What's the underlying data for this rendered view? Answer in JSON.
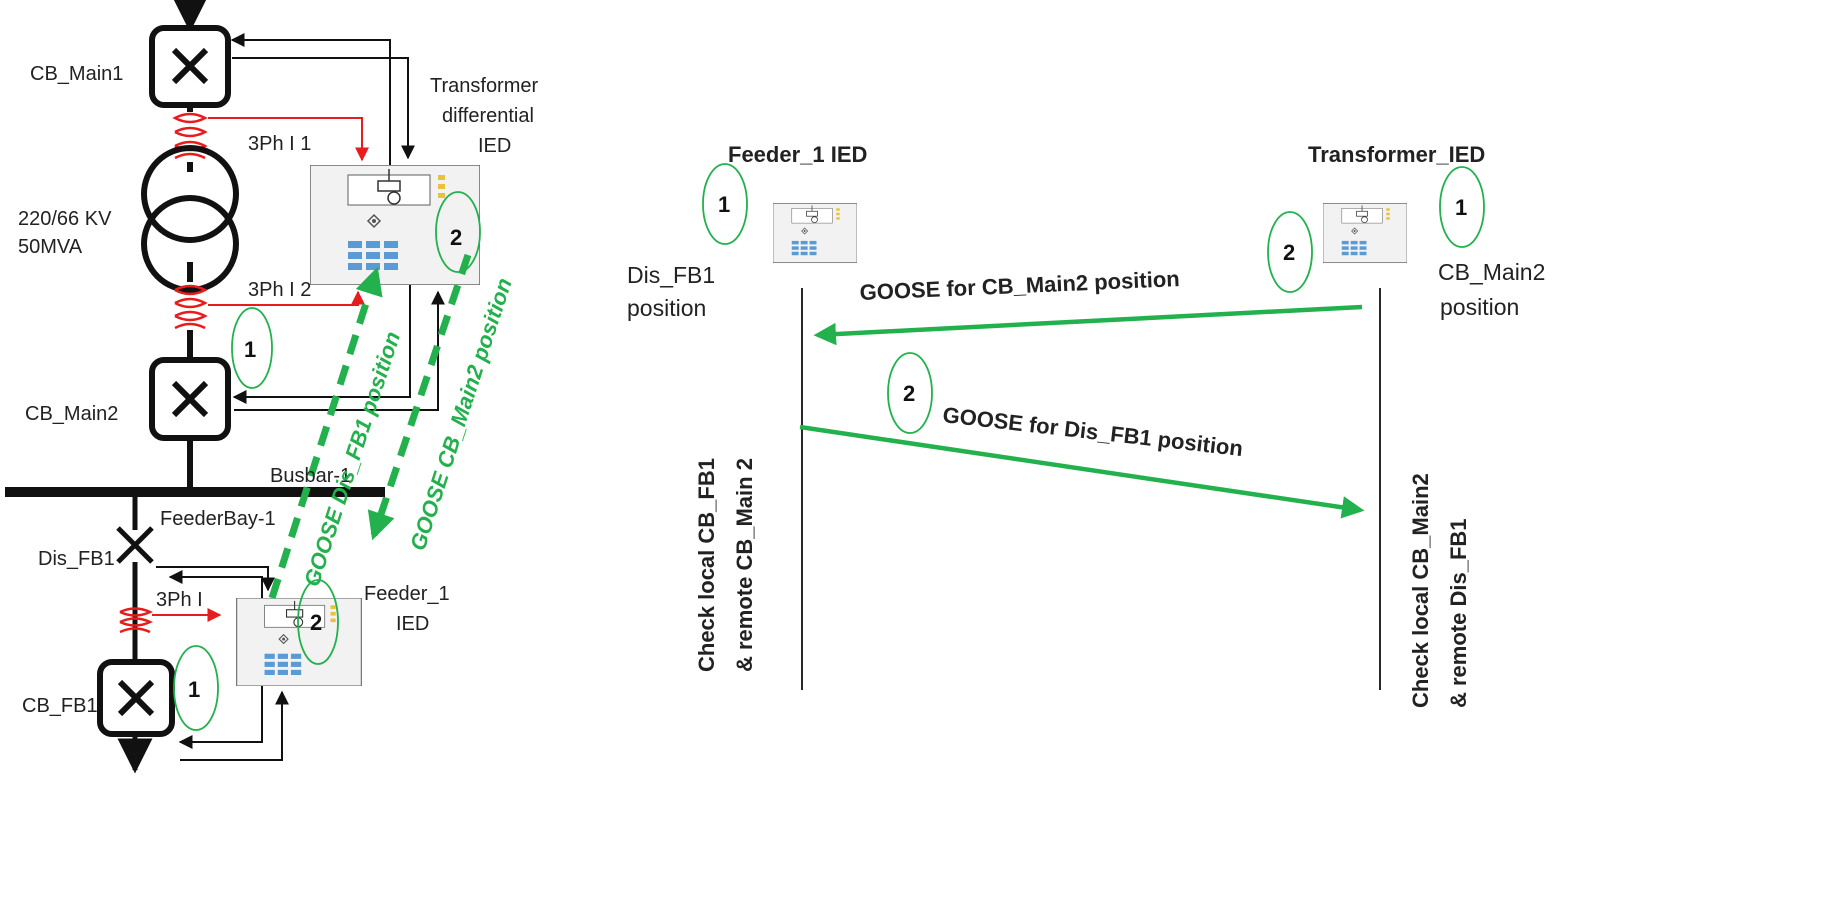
{
  "left_diagram": {
    "cb_main1": "CB_Main1",
    "transformer_ied": [
      "Transformer",
      "differential",
      "IED"
    ],
    "current_1": "3Ph I 1",
    "current_2": "3Ph I 2",
    "transformer_rating": [
      "220/66 KV",
      "50MVA"
    ],
    "cb_main2": "CB_Main2",
    "busbar": "Busbar-1",
    "feeder_bay": "FeederBay-1",
    "dis_fb1": "Dis_FB1",
    "current_3": "3Ph I",
    "feeder_ied": [
      "Feeder_1",
      "IED"
    ],
    "cb_fb1": "CB_FB1",
    "goose_dis": "GOOSE Dis_FB1 position",
    "goose_cb": "GOOSE CB_Main2  position",
    "step_1": "1",
    "step_2": "2"
  },
  "right_diagram": {
    "feeder_ied_title": "Feeder_1 IED",
    "transformer_ied_title": "Transformer_IED",
    "feeder_status": [
      "Dis_FB1",
      "position"
    ],
    "transformer_status": [
      "CB_Main2",
      "position"
    ],
    "msg_1": "GOOSE for CB_Main2   position",
    "msg_2": "GOOSE for Dis_FB1  position",
    "feeder_check": [
      "Check local CB_FB1",
      "& remote CB_Main  2"
    ],
    "transformer_check": [
      "Check local CB_Main2",
      "& remote Dis_FB1"
    ],
    "step_1": "1",
    "step_2": "2"
  },
  "colors": {
    "current": "#e81c1c",
    "goose": "#22b14c",
    "line": "#111111",
    "led": "#e8c23a",
    "keypad": "#5b9bd5"
  }
}
